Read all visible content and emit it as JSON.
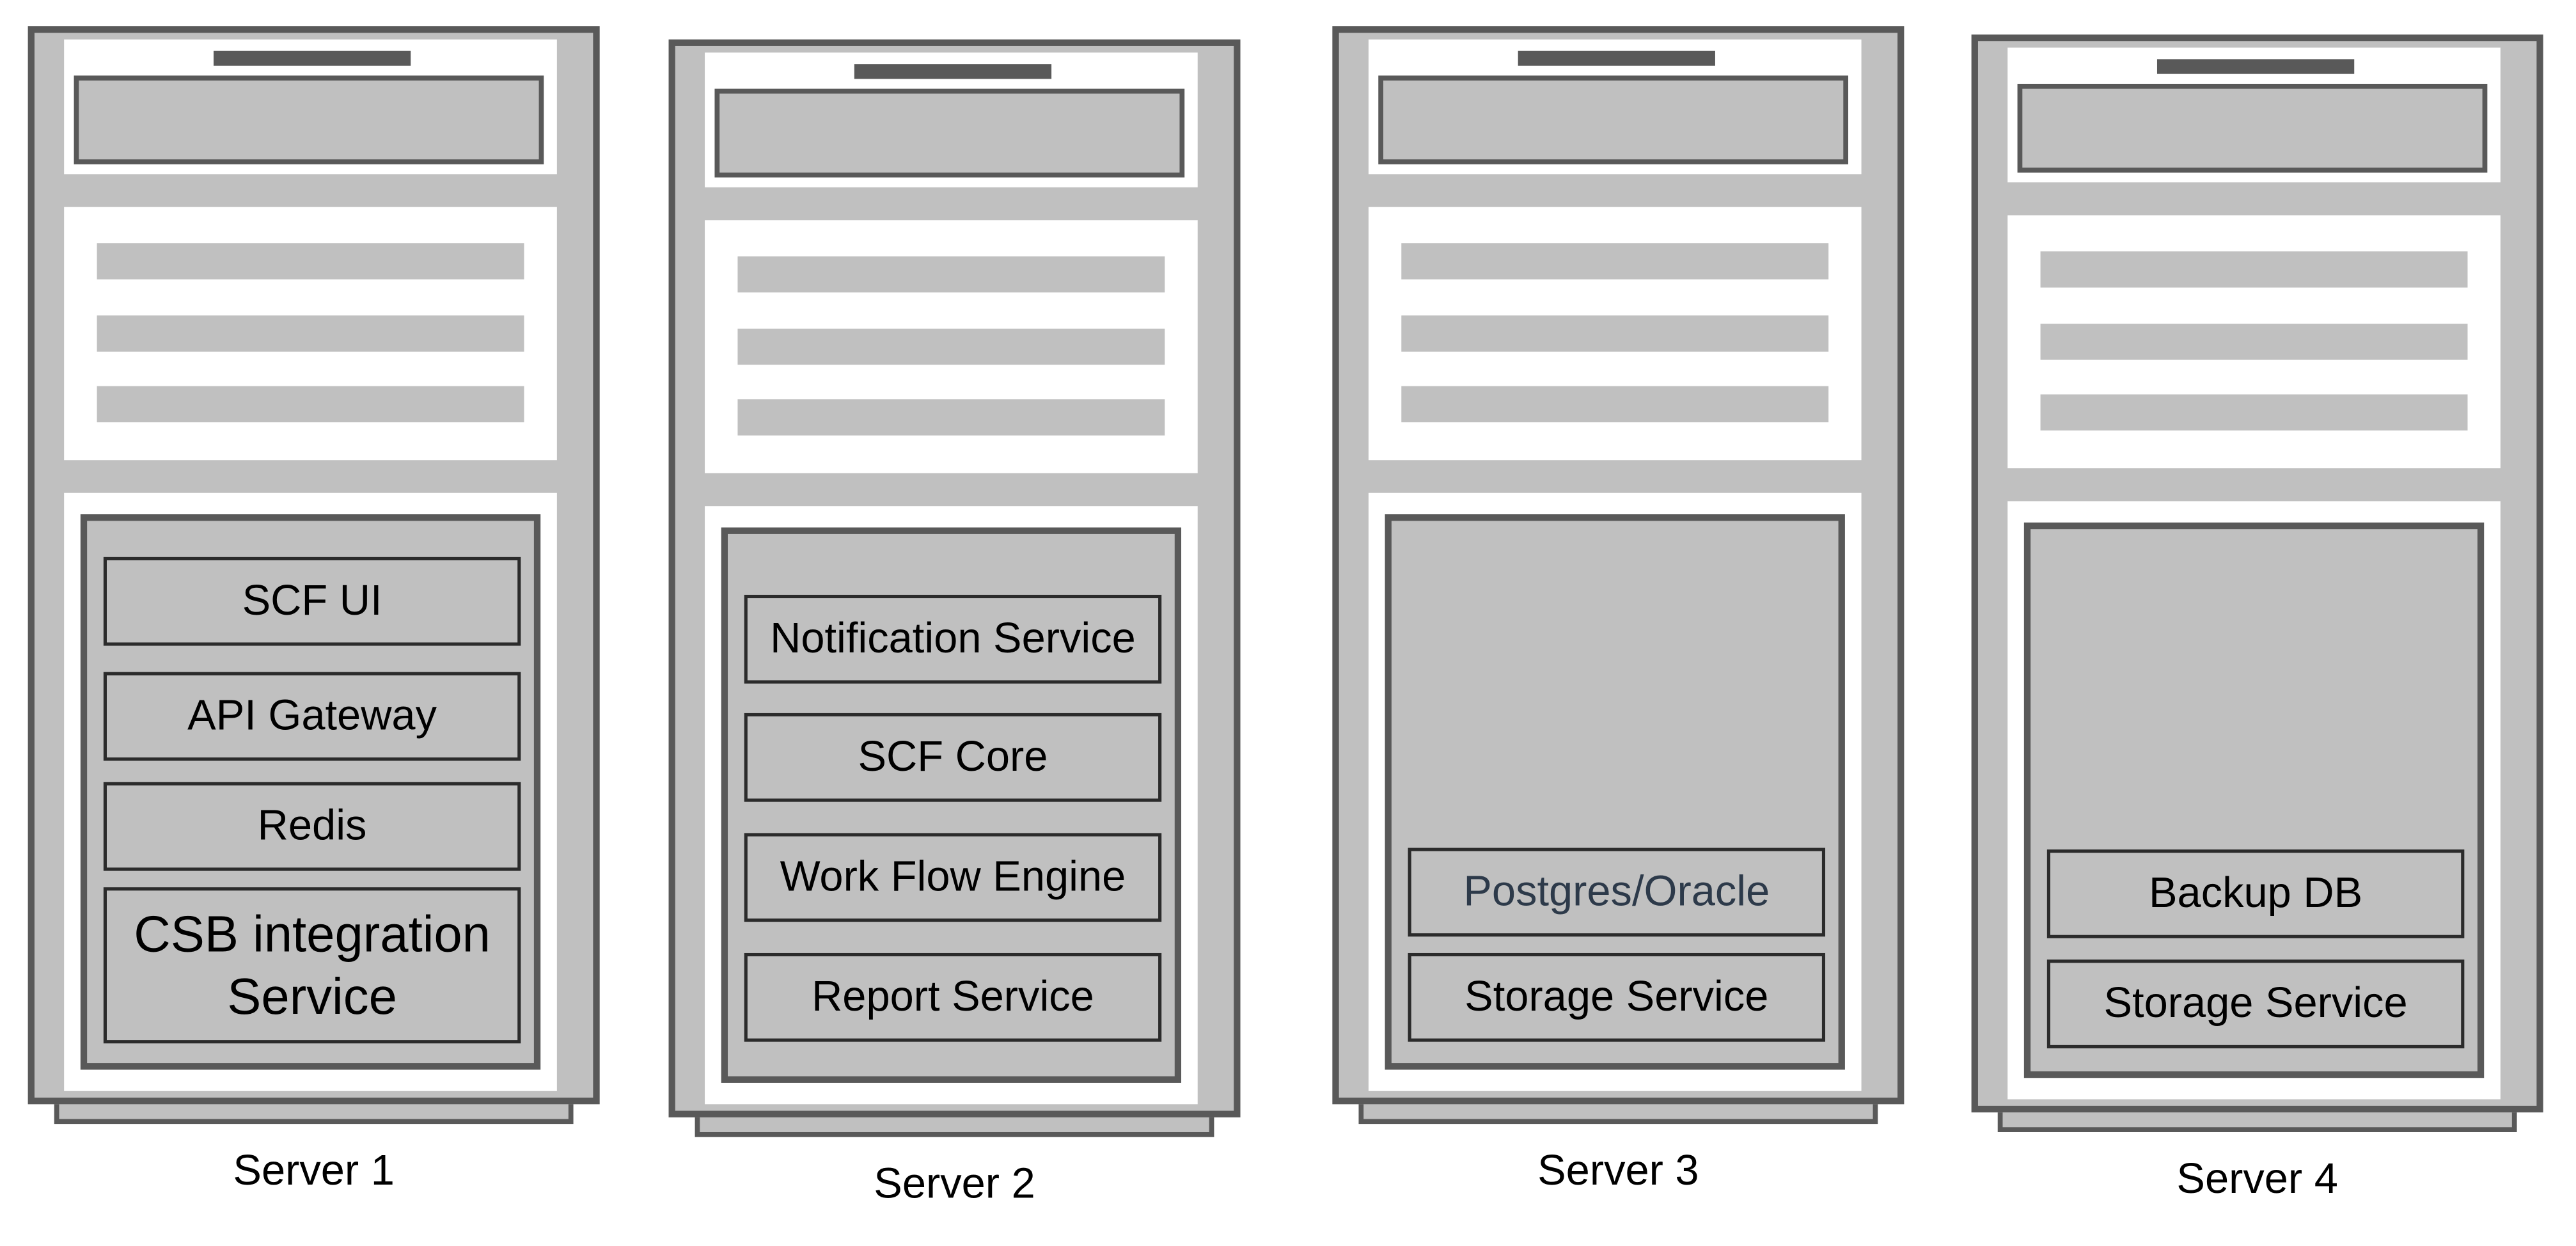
{
  "diagram": {
    "servers": [
      {
        "label": "Server 1",
        "services": [
          "SCF UI",
          "API Gateway",
          "Redis",
          "CSB integration Service"
        ]
      },
      {
        "label": "Server 2",
        "services": [
          "Notification Service",
          "SCF Core",
          "Work Flow Engine",
          "Report Service"
        ]
      },
      {
        "label": "Server 3",
        "services": [
          "Postgres/Oracle",
          "Storage Service"
        ]
      },
      {
        "label": "Server 4",
        "services": [
          "Backup DB",
          "Storage Service"
        ]
      }
    ],
    "colors": {
      "frame": "#595959",
      "fill": "#c0c0c0",
      "panel": "#ffffff",
      "database_text": "#2d3a4a"
    }
  }
}
